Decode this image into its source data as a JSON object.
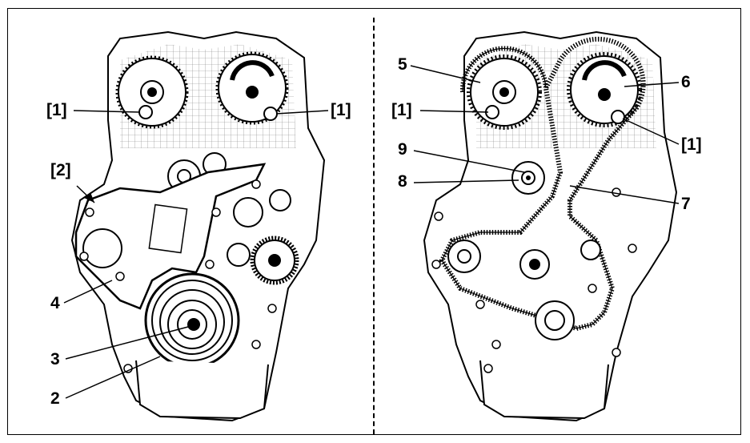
{
  "left_panel": {
    "callouts": {
      "ref1_left": "[1]",
      "ref1_right": "[1]",
      "ref2": "[2]",
      "n4": "4",
      "n3": "3",
      "n2": "2"
    }
  },
  "right_panel": {
    "callouts": {
      "n5": "5",
      "ref1_left": "[1]",
      "n6": "6",
      "ref1_right": "[1]",
      "n9": "9",
      "n8": "8",
      "n7": "7"
    }
  },
  "colors": {
    "line": "#000000",
    "shade": "#d9d9d9",
    "background": "#ffffff"
  }
}
